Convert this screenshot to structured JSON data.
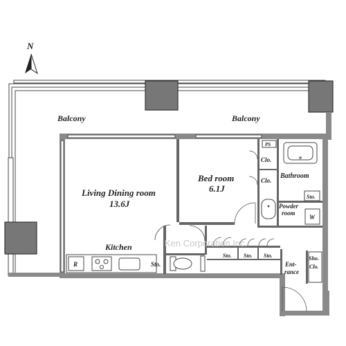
{
  "compass": {
    "label": "N"
  },
  "rooms": {
    "balcony_left": "Balcony",
    "balcony_right": "Balcony",
    "living_name": "Living Dining room",
    "living_size": "13.6J",
    "bedroom_name": "Bed room",
    "bedroom_size": "6.1J",
    "kitchen": "Kitchen",
    "bathroom": "Bathroom",
    "powder_line1": "Powder",
    "powder_line2": "room",
    "entrance_line1": "Ent-",
    "entrance_line2": "rance",
    "closet_1": "Clo.",
    "closet_2": "Clo.",
    "shoe_line1": "Sho.",
    "shoe_line2": "Clo.",
    "storage_bath": "Sto.",
    "storage_kitchen": "Sto.",
    "storage_1": "Sto.",
    "storage_2": "Sto.",
    "storage_3": "Sto.",
    "ps": "PS",
    "fridge": "R",
    "washer": "W"
  },
  "watermark": "Ken Corporation Inc."
}
